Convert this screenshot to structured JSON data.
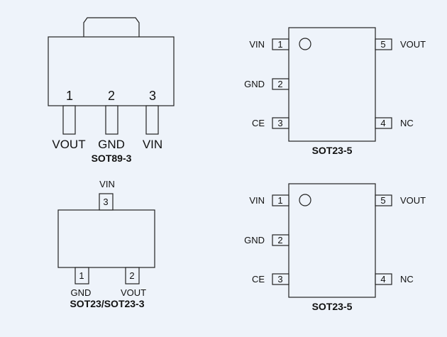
{
  "packages": {
    "sot89": {
      "caption": "SOT89-3",
      "pin_numbers": [
        "1",
        "2",
        "3"
      ],
      "pin_names": [
        "VOUT",
        "GND",
        "VIN"
      ]
    },
    "sot23_3": {
      "caption": "SOT23/SOT23-3",
      "pin1": {
        "num": "1",
        "name": "GND"
      },
      "pin2": {
        "num": "2",
        "name": "VOUT"
      },
      "pin3": {
        "num": "3",
        "name": "VIN"
      }
    },
    "sot23_5_top": {
      "caption": "SOT23-5",
      "left": [
        {
          "num": "1",
          "name": "VIN"
        },
        {
          "num": "2",
          "name": "GND"
        },
        {
          "num": "3",
          "name": "CE"
        }
      ],
      "right": [
        {
          "num": "5",
          "name": "VOUT"
        },
        {
          "num": "4",
          "name": "NC"
        }
      ]
    },
    "sot23_5_bottom": {
      "caption": "SOT23-5",
      "left": [
        {
          "num": "1",
          "name": "VIN"
        },
        {
          "num": "2",
          "name": "GND"
        },
        {
          "num": "3",
          "name": "CE"
        }
      ],
      "right": [
        {
          "num": "5",
          "name": "VOUT"
        },
        {
          "num": "4",
          "name": "NC"
        }
      ]
    }
  }
}
